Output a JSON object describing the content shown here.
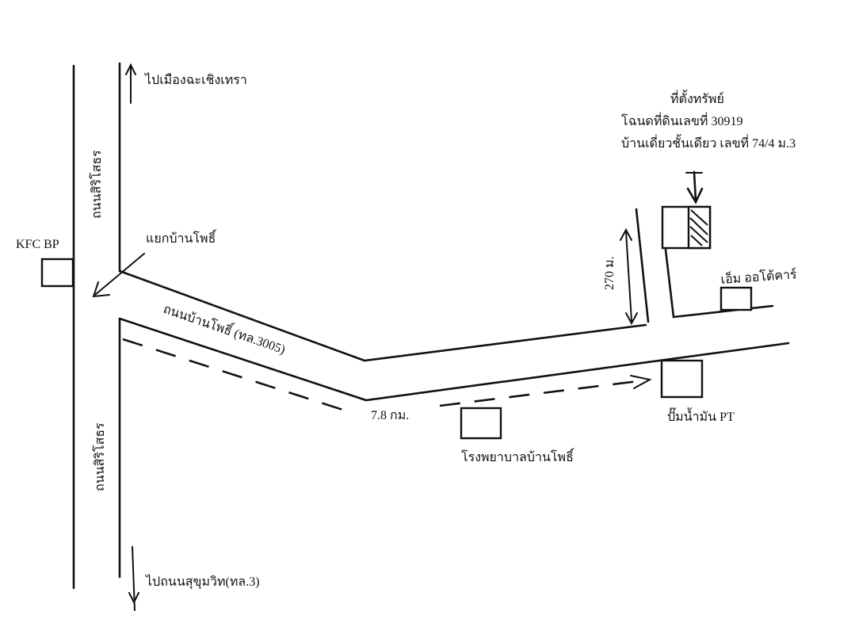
{
  "labels": {
    "to_chachoengsao": "ไปเมืองฉะเชิงเทรา",
    "road_sirisothon_north": "ถนนสิริโสธร",
    "kfc_bp": "KFC BP",
    "junction_ban_pho": "แยกบ้านโพธิ์",
    "road_ban_pho": "ถนนบ้านโพธิ์ (ทล.3005)",
    "distance_km": "7.8 กม.",
    "hospital": "โรงพยาบาลบ้านโพธิ์",
    "gas_station": "ปั๊มน้ำมัน PT",
    "auto_care": "เอ็ม ออโต้คาร์",
    "distance_m": "270 ม.",
    "property_title": "ที่ตั้งทรัพย์",
    "property_deed": "โฉนดที่ดินเลขที่ 30919",
    "property_house": "บ้านเดี่ยวชั้นเดียว เลขที่ 74/4 ม.3",
    "road_sirisothon_south": "ถนนสิริโสธร",
    "to_sukhumvit": "ไปถนนสุขุมวิท(ทล.3)"
  }
}
